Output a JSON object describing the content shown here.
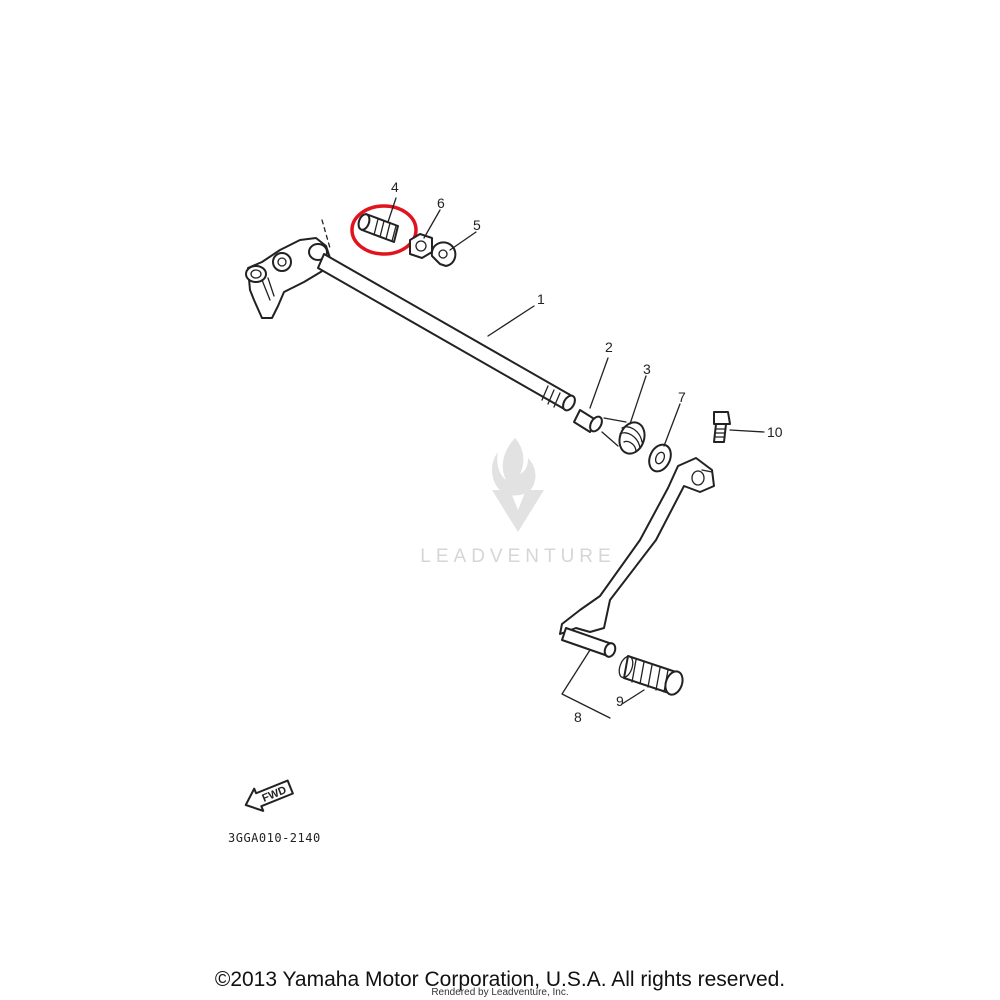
{
  "diagram": {
    "callouts": {
      "c1": "1",
      "c2": "2",
      "c3": "3",
      "c4": "4",
      "c5": "5",
      "c6": "6",
      "c7": "7",
      "c8": "8",
      "c9": "9",
      "c10": "10"
    },
    "fwd_label": "FWD",
    "diagram_code": "3GGA010-2140",
    "highlight_color": "#e0141e"
  },
  "watermark": {
    "text": "LEADVENTURE",
    "icon": "flame-v-logo-icon"
  },
  "footer": {
    "copyright": "©2013 Yamaha Motor Corporation, U.S.A. All rights reserved.",
    "rendered_by": "Rendered by Leadventure, Inc."
  }
}
